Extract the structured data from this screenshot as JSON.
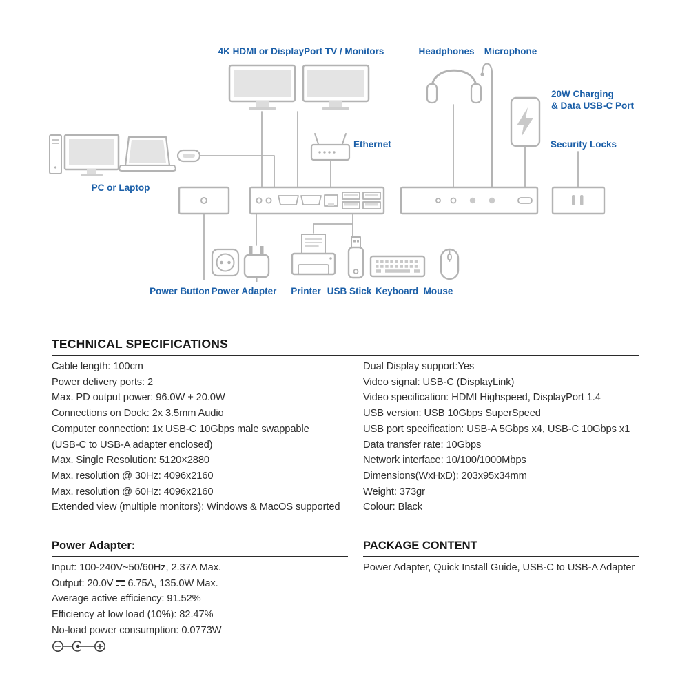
{
  "colors": {
    "accent_blue": "#1b5fa8",
    "line_art_gray": "#b3b3b3",
    "text_dark": "#2e2e2e"
  },
  "diagram": {
    "labels": {
      "monitors": "4K HDMI or DisplayPort TV / Monitors",
      "headphones": "Headphones",
      "microphone": "Microphone",
      "charging_line1": "20W Charging",
      "charging_line2": "& Data USB-C Port",
      "ethernet": "Ethernet",
      "security_locks": "Security Locks",
      "pc_or_laptop": "PC or Laptop",
      "power_button": "Power Button",
      "power_adapter": "Power Adapter",
      "printer": "Printer",
      "usb_stick": "USB Stick",
      "keyboard": "Keyboard",
      "mouse": "Mouse"
    },
    "icons": {
      "desktop-pc-icon": "svg-line-art",
      "laptop-icon": "svg-line-art",
      "usb-c-connector-icon": "svg-line-art",
      "tv-monitor-icon": "svg-line-art",
      "router-icon": "svg-line-art",
      "headphones-icon": "svg-line-art",
      "microphone-icon": "svg-line-art",
      "smartphone-icon": "svg-line-art",
      "dock-front-power-icon": "svg-line-art",
      "dock-rear-ports-icon": "svg-line-art",
      "dock-front-audio-icon": "svg-line-art",
      "security-lock-slots-icon": "svg-line-art",
      "power-socket-icon": "svg-line-art",
      "power-adapter-plug-icon": "svg-line-art",
      "printer-icon": "svg-line-art",
      "usb-stick-icon": "svg-line-art",
      "keyboard-icon": "svg-line-art",
      "mouse-icon": "svg-line-art",
      "dc-polarity-icon": "svg-line-art"
    }
  },
  "specs": {
    "title": "TECHNICAL SPECIFICATIONS",
    "left": [
      "Cable length: 100cm",
      "Power delivery ports: 2",
      "Max. PD output power: 96.0W + 20.0W",
      "Connections on Dock: 2x 3.5mm Audio",
      "Computer connection: 1x USB-C 10Gbps male swappable",
      "(USB-C to USB-A adapter enclosed)",
      "Max. Single Resolution: 5120×2880",
      "Max. resolution @ 30Hz: 4096x2160",
      "Max. resolution @ 60Hz: 4096x2160",
      "Extended view (multiple monitors): Windows & MacOS supported"
    ],
    "right": [
      "Dual Display support:Yes",
      "Video signal: USB-C (DisplayLink)",
      "Video specification: HDMI Highspeed, DisplayPort 1.4",
      "USB version: USB 10Gbps SuperSpeed",
      "USB port specification: USB-A 5Gbps x4, USB-C 10Gbps x1",
      "Data transfer rate: 10Gbps",
      "Network interface: 10/100/1000Mbps",
      "Dimensions(WxHxD): 203x95x34mm",
      "Weight: 373gr",
      "Colour: Black"
    ]
  },
  "power": {
    "title": "Power Adapter:",
    "input": "Input: 100-240V~50/60Hz, 2.37A Max.",
    "output_prefix": "Output: 20.0V",
    "output_suffix": "6.75A, 135.0W Max.",
    "lines": [
      "Average active efficiency: 91.52%",
      "Efficiency at low load (10%): 82.47%",
      "No-load power consumption: 0.0773W"
    ]
  },
  "package": {
    "title": "PACKAGE CONTENT",
    "content": "Power Adapter, Quick Install Guide, USB-C to USB-A Adapter"
  }
}
